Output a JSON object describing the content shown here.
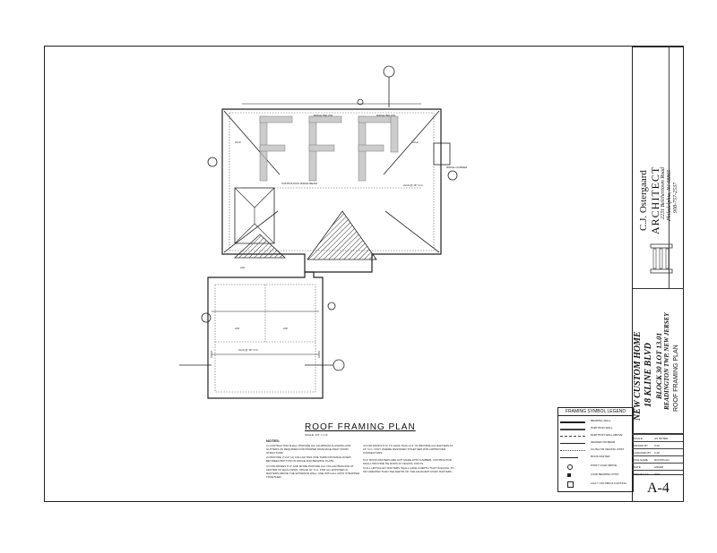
{
  "architect": {
    "name": "C.J. Ostergaard",
    "title": "ARCHITECT",
    "address": "2231 Belchertown Road",
    "city": "Philadelphia, NJ 08865",
    "phone": "908-757-2537"
  },
  "project": {
    "line1": "NEW CUSTOM HOME",
    "line2": "18 KLINE BLVD",
    "line3": "BLOCK 30 LOT 13.01",
    "line4": "READINGTON TWP. NEW JERSEY",
    "sheet_title": "ROOF FRAMING PLAN"
  },
  "drawing": {
    "title": "ROOF FRAMING PLAN",
    "scale": "SCALE: 1/4\" = 1'-0\"",
    "notes_heading": "NOTES:",
    "notes": [
      "1) CONTRACTOR SHALL PROVIDE ALL ALUMINUM FLASHING AND GUTTERS AS REQUIRED FOR PROPER DRAINAGE AWAY FROM STRUCTURE.",
      "2) PROVIDE 2\"x12\" (2) COLLAR TIES ONE THIRD DISTANCE DOWN BETWEEN BOTTOM OF RIDGE AND BEARING PLATE.",
      "3) FOR RIDGES 6'-0\" AND MORE PROVIDE 2x4 COLLAR BRACING AT CENTER OF EACH SPAN. SPACE 16\" O.C. FOR ALL EXPOSED 2x RAFTERS ABOVE THE EXTERIOR WALL LINE WITH ALL DATS STRAPPED TOGETHER.",
      "4) FOR ROOFS 8'-0\" TO LESS THAN 4'-0\" IN PROVIDE 2x4 RAFTERS AT 16\" O.C. ONLY WHERE DESIGNED TOGETHER WITH APPROVED CONNECTORS.",
      "5) IF ROOF RAFTERS ARE NOT MADE WITH CAMBER, CONTRACTOR SHALL PROVIDE TIE RODS AT CEILING JOISTS.",
      "6) ALL HIP/VALLEY RAFTERS SHALL HAVE A DEPTH THAT IS EQUAL TO OR GREATER THAN THE DEPTH OF THE ADJACENT ROOF RAFTERS."
    ]
  },
  "legend": {
    "title": "FRAMING SYMBOL LEGEND",
    "items": [
      "BEARING WALL",
      "PARTITION WALL",
      "PARTITION WALL ABOVE",
      "HEADER OR BEAM",
      "FLUSH OR CEILING JOIST",
      "ROOF RAFTER",
      "POINT LOAD ABOVE",
      "LOAD BEARING POST",
      "LALLY COLUMN & FOOTING"
    ]
  },
  "info": [
    {
      "k": "SCALE",
      "v": "AS NOTED"
    },
    {
      "k": "DRAWN BY",
      "v": "CJO"
    },
    {
      "k": "CHECKED BY",
      "v": "CJO"
    },
    {
      "k": "FILE NAME",
      "v": "ROOFPLAN"
    },
    {
      "k": "DATE",
      "v": "2/06/08"
    },
    {
      "k": "PROJECT #",
      "v": "0201"
    }
  ],
  "sheet_number": "A-4",
  "colors": {
    "line": "#222222",
    "dashed": "#555555",
    "hatch": "#333333"
  }
}
